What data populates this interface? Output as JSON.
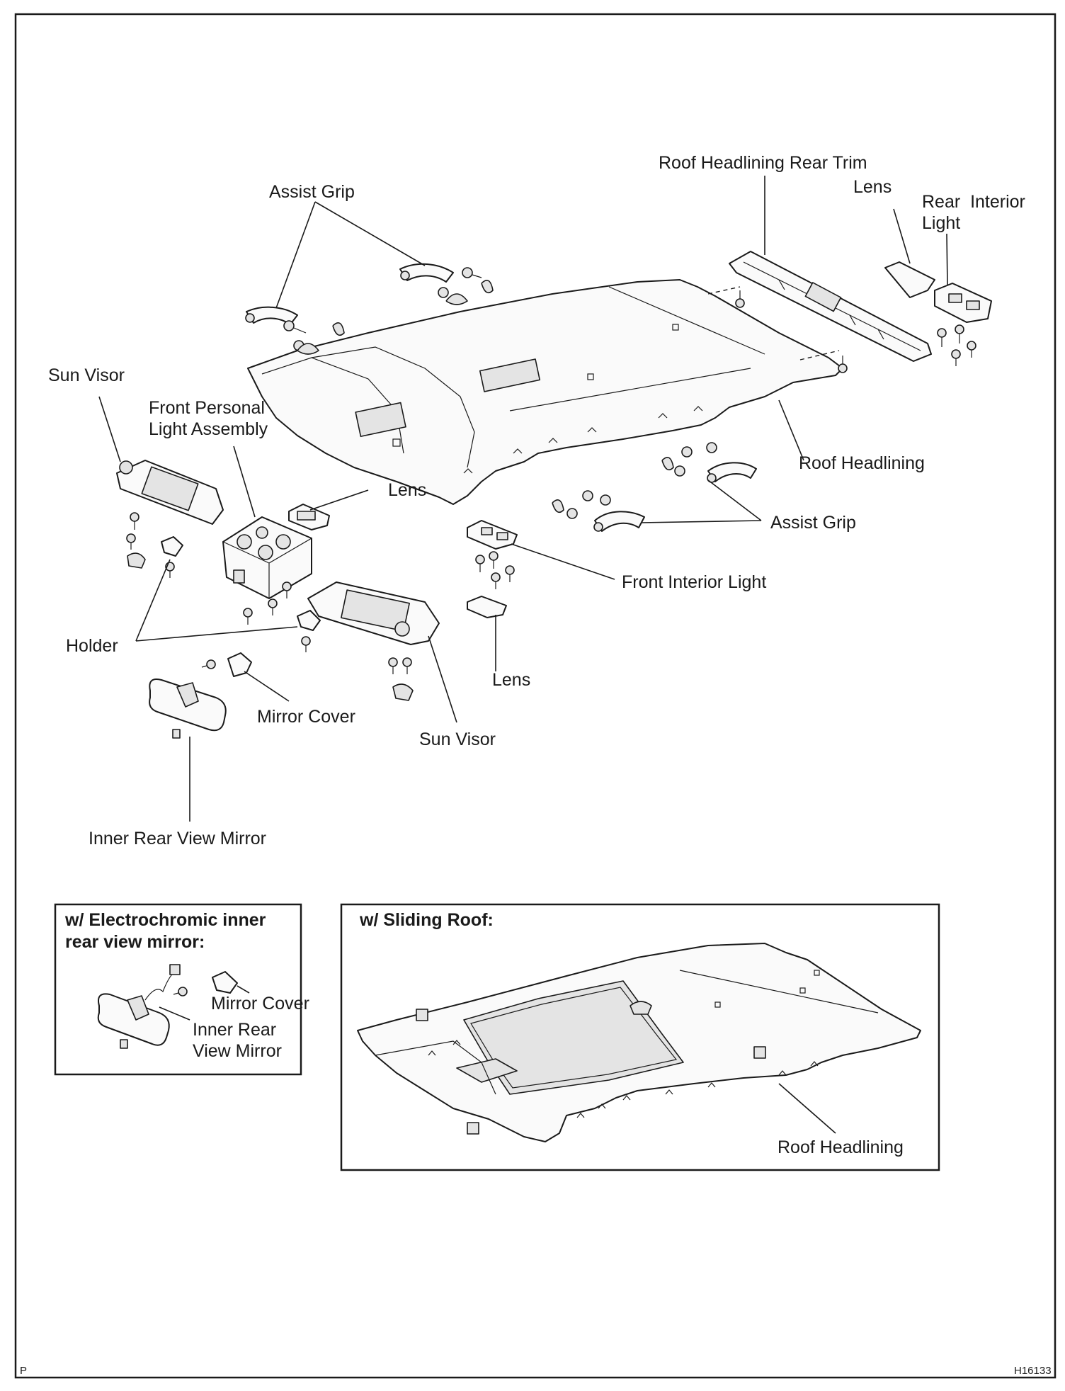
{
  "labels": {
    "assist_grip_top": "Assist Grip",
    "roof_headlining_rear_trim": "Roof Headlining Rear Trim",
    "lens_rear": "Lens",
    "rear_interior_light_1": "Rear  Interior",
    "rear_interior_light_2": "Light",
    "sun_visor_left": "Sun Visor",
    "front_personal_light_1": "Front Personal",
    "front_personal_light_2": "Light Assembly",
    "lens_front_personal": "Lens",
    "roof_headlining": "Roof Headlining",
    "assist_grip_right": "Assist Grip",
    "front_interior_light": "Front Interior Light",
    "holder": "Holder",
    "lens_front_interior": "Lens",
    "mirror_cover": "Mirror Cover",
    "sun_visor_right": "Sun Visor",
    "inner_rear_view_mirror": "Inner Rear View Mirror"
  },
  "inset_electrochromic": {
    "title_1": "w/ Electrochromic inner",
    "title_2": "rear view mirror:",
    "mirror_cover": "Mirror Cover",
    "inner_rear_1": "Inner Rear",
    "inner_rear_2": "View Mirror"
  },
  "inset_sliding_roof": {
    "title": "w/ Sliding Roof:",
    "roof_headlining": "Roof Headlining"
  },
  "footer": {
    "left_code": "P",
    "right_code": "H16133"
  }
}
